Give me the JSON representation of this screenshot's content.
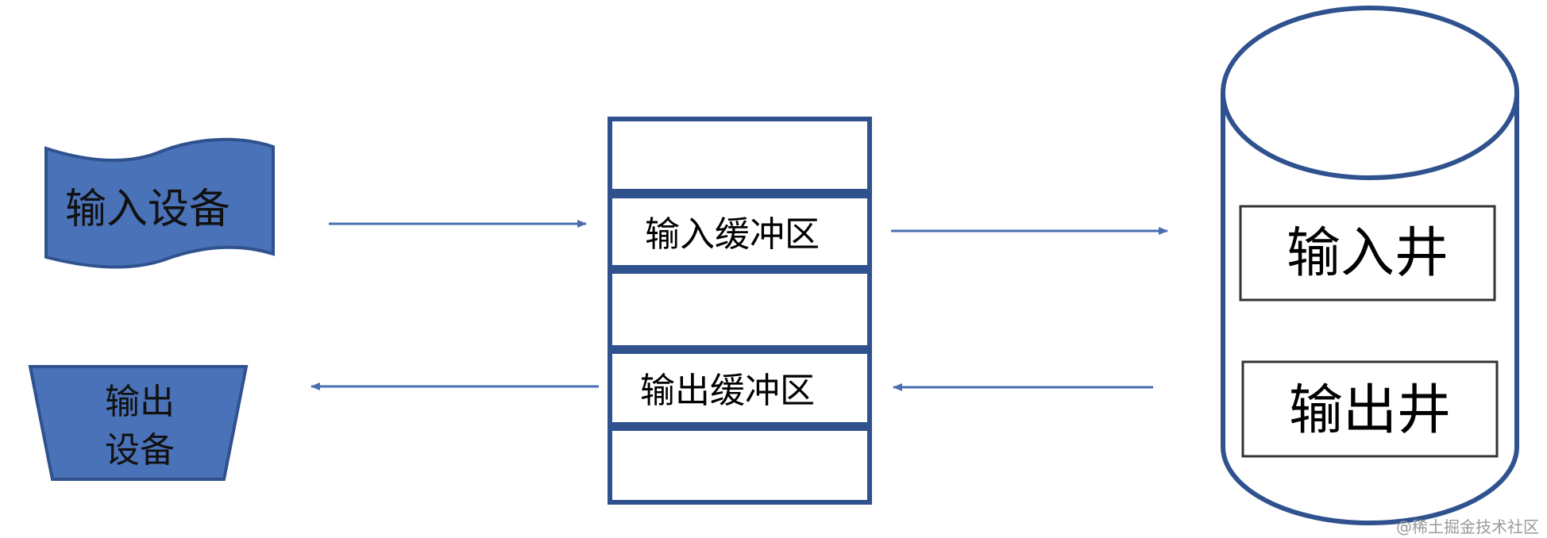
{
  "colors": {
    "fill_blue": "#4a72b8",
    "stroke_blue": "#2f528f",
    "arrow_blue": "#4a6fb0",
    "text_dark": "#111111",
    "background": "#ffffff"
  },
  "nodes": {
    "input_device": "输入设备",
    "output_device_line1": "输出",
    "output_device_line2": "设备",
    "input_buffer": "输入缓冲区",
    "output_buffer": "输出缓冲区",
    "input_well": "输入井",
    "output_well": "输出井"
  },
  "watermark": "@稀土掘金技术社区"
}
